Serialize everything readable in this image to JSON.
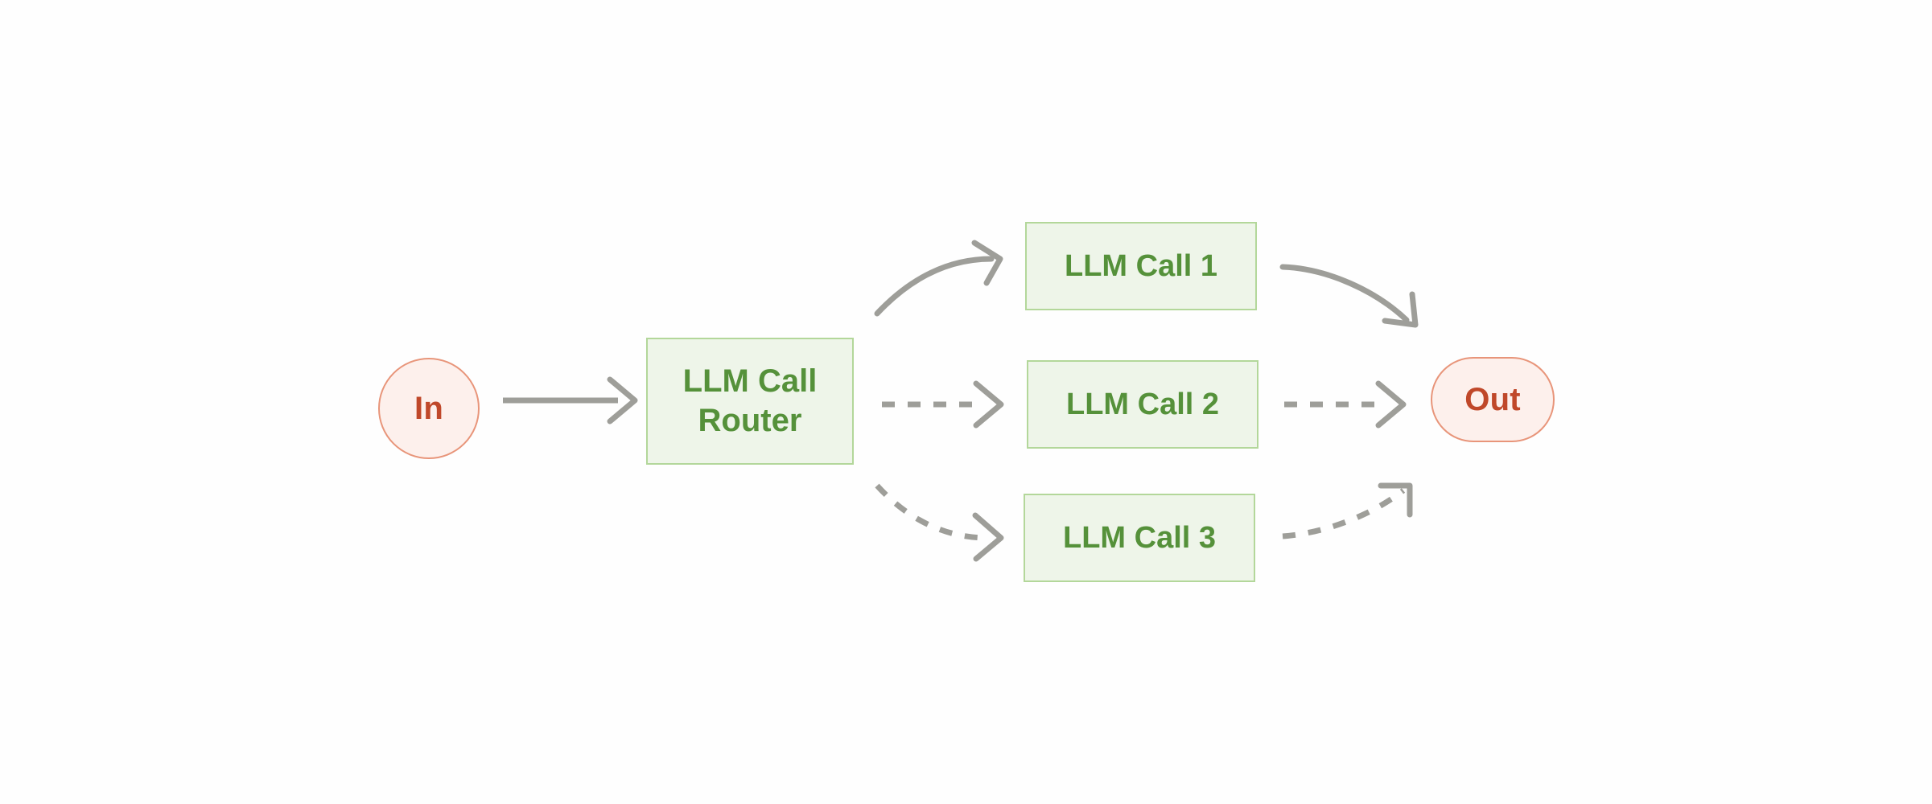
{
  "diagram": {
    "title": "LLM Call Router",
    "background_color": "#fefefe",
    "nodes": {
      "input": {
        "label": "In",
        "shape": "circle",
        "fill": "#fdf0ec",
        "stroke": "#e8957a",
        "text_color": "#c0482a"
      },
      "router": {
        "label": "LLM Call\nRouter",
        "shape": "rectangle",
        "fill": "#eef5e9",
        "stroke": "#b3d79a",
        "text_color": "#55913a"
      },
      "call_1": {
        "label": "LLM Call 1",
        "shape": "rectangle",
        "fill": "#eef5e9",
        "stroke": "#b3d79a",
        "text_color": "#55913a"
      },
      "call_2": {
        "label": "LLM Call 2",
        "shape": "rectangle",
        "fill": "#eef5e9",
        "stroke": "#b3d79a",
        "text_color": "#55913a"
      },
      "call_3": {
        "label": "LLM Call 3",
        "shape": "rectangle",
        "fill": "#eef5e9",
        "stroke": "#b3d79a",
        "text_color": "#55913a"
      },
      "output": {
        "label": "Out",
        "shape": "stadium",
        "fill": "#fdf0ec",
        "stroke": "#e8957a",
        "text_color": "#c0482a"
      }
    },
    "edges": [
      {
        "id": "in-to-router",
        "from": "In",
        "to": "LLM Call Router",
        "style": "solid",
        "shape": "straight",
        "color": "#9e9e99"
      },
      {
        "id": "router-to-call1",
        "from": "LLM Call Router",
        "to": "LLM Call 1",
        "style": "solid",
        "shape": "curve-up",
        "color": "#9e9e99"
      },
      {
        "id": "router-to-call2",
        "from": "LLM Call Router",
        "to": "LLM Call 2",
        "style": "dashed",
        "shape": "straight",
        "color": "#9e9e99"
      },
      {
        "id": "router-to-call3",
        "from": "LLM Call Router",
        "to": "LLM Call 3",
        "style": "dashed",
        "shape": "curve-down",
        "color": "#9e9e99"
      },
      {
        "id": "call1-to-out",
        "from": "LLM Call 1",
        "to": "Out",
        "style": "solid",
        "shape": "curve-down",
        "color": "#9e9e99"
      },
      {
        "id": "call2-to-out",
        "from": "LLM Call 2",
        "to": "Out",
        "style": "dashed",
        "shape": "straight",
        "color": "#9e9e99"
      },
      {
        "id": "call3-to-out",
        "from": "LLM Call 3",
        "to": "Out",
        "style": "dashed",
        "shape": "curve-up",
        "color": "#9e9e99"
      }
    ]
  }
}
